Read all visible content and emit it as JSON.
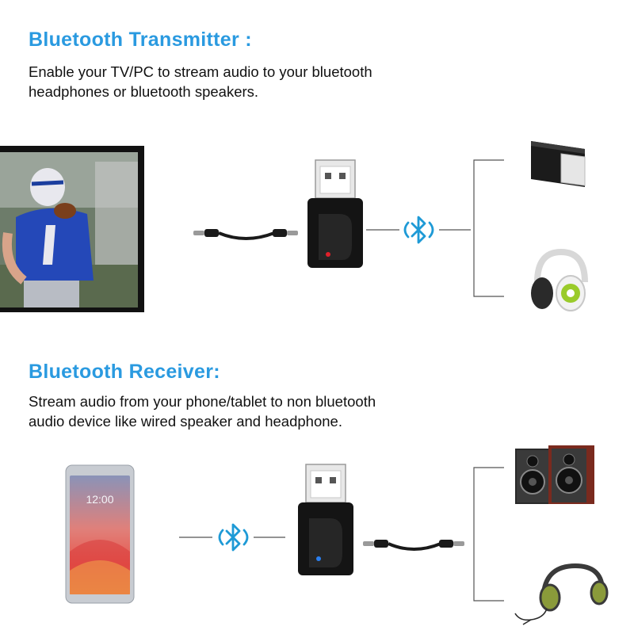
{
  "transmitter": {
    "title": "Bluetooth Transmitter :",
    "description_line1": "Enable your TV/PC to stream audio to your bluetooth",
    "description_line2": "headphones or bluetooth speakers."
  },
  "receiver": {
    "title": "Bluetooth Receiver:",
    "description_line1": "Stream audio from your phone/tablet to non bluetooth",
    "description_line2": "audio device like wired speaker and headphone.",
    "phone_time": "12:00"
  },
  "colors": {
    "heading": "#2a9ae0",
    "bluetooth_symbol": "#1e9ad6",
    "adapter_body": "#141414",
    "led_transmitter": "#e0202a",
    "led_receiver": "#2a7ff0",
    "connector_lines": "#555555"
  }
}
